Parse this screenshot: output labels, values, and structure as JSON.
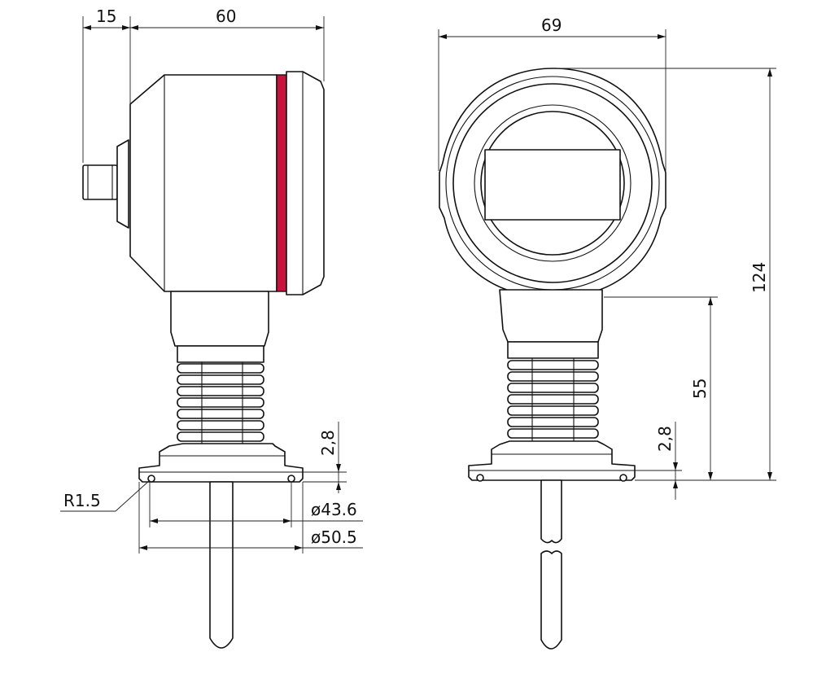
{
  "dimensions": {
    "boss_width": "15",
    "housing_depth": "60",
    "housing_diameter": "69",
    "overall_height": "124",
    "neck_height": "55",
    "flange_thickness_side": "2,8",
    "flange_thickness_front": "2,8",
    "groove_radius": "R1.5",
    "bolt_circle_dia": "ø43.6",
    "flange_outer_dia": "ø50.5"
  },
  "colors": {
    "accent_band": "#c8143c",
    "line": "#111111"
  }
}
